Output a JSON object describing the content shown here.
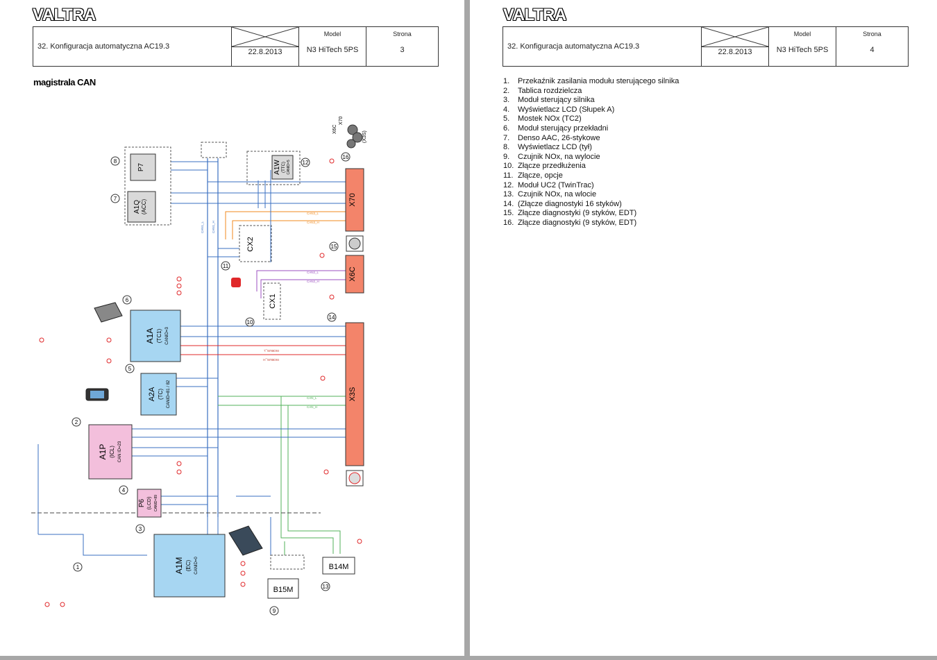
{
  "brand": "VALTRA",
  "left_page": {
    "header": {
      "title": "32. Konfiguracja automatyczna AC19.3",
      "date": "22.8.2013",
      "model_label": "Model",
      "model_value": "N3 HiTech 5PS",
      "page_label": "Strona",
      "page_value": "3"
    },
    "section_title": "magistrala CAN",
    "diagram": {
      "modules": {
        "p7": "P7",
        "a1q": "A1Q",
        "a1q_sub": "(ACC)",
        "a1w": "A1W",
        "a1w_sub": "(TTC)",
        "a1w_can": "CANID=5",
        "x70": "X70",
        "cx2": "CX2",
        "x6c": "X6C",
        "cx1": "CX1",
        "a1a": "A1A",
        "a1a_sub": "(TC1)",
        "a1a_can": "CANID=3",
        "x3s": "X3S",
        "a2a": "A2A",
        "a2a_sub": "(TC)",
        "a2a_can": "CANID=81 / 82",
        "a1p": "A1P",
        "a1p_sub": "(ICL)",
        "a1p_can": "CAN ID=23",
        "p6": "P6",
        "p6_sub": "(LCD)",
        "p6_can": "CANID=89",
        "a1m": "A1M",
        "a1m_sub": "(EC)",
        "a1m_can": "CANID=0",
        "b15m": "B15M",
        "b14m": "B14M",
        "conn_top": "X6C",
        "conn_top2": "X70",
        "conn_top3": "(X3S)"
      },
      "callouts": [
        "1",
        "2",
        "3",
        "4",
        "5",
        "6",
        "7",
        "8",
        "9",
        "10",
        "11",
        "12",
        "13",
        "14",
        "15",
        "16"
      ],
      "signals": {
        "can2_l": "CAN2_L",
        "can2_h": "CAN2_H",
        "can3_l": "CAN3_L",
        "can3_h": "CAN3_H",
        "isobus_l": "ISOBUS_L",
        "isobus_h": "ISOBUS_H",
        "can_l": "CAN_L",
        "can_h": "CAN_H",
        "can1_l": "CAN1_L",
        "can1_h": "CAN1_H"
      }
    }
  },
  "right_page": {
    "header": {
      "title": "32. Konfiguracja automatyczna AC19.3",
      "date": "22.8.2013",
      "model_label": "Model",
      "model_value": "N3 HiTech 5PS",
      "page_label": "Strona",
      "page_value": "4"
    },
    "legend": [
      {
        "num": "1.",
        "text": "Przekaźnik zasilania modułu sterującego silnika"
      },
      {
        "num": "2.",
        "text": "Tablica rozdzielcza"
      },
      {
        "num": "3.",
        "text": "Moduł sterujący silnika"
      },
      {
        "num": "4.",
        "text": "Wyświetlacz LCD (Słupek A)"
      },
      {
        "num": "5.",
        "text": "Mostek NOx (TC2)"
      },
      {
        "num": "6.",
        "text": "Moduł sterujący przekładni"
      },
      {
        "num": "7.",
        "text": "Denso AAC, 26-stykowe"
      },
      {
        "num": "8.",
        "text": "Wyświetlacz LCD (tył)"
      },
      {
        "num": "9.",
        "text": "Czujnik NOx, na wylocie"
      },
      {
        "num": "10.",
        "text": "Złącze przedłużenia"
      },
      {
        "num": "11.",
        "text": "Złącze, opcje"
      },
      {
        "num": "12.",
        "text": "Moduł UC2 (TwinTrac)"
      },
      {
        "num": "13.",
        "text": "Czujnik NOx, na wlocie"
      },
      {
        "num": "14.",
        "text": "(Złącze diagnostyki 16 styków)"
      },
      {
        "num": "15.",
        "text": "Złącze diagnostyki (9 styków, EDT)"
      },
      {
        "num": "16.",
        "text": "Złącze diagnostyki (9 styków, EDT)"
      }
    ]
  },
  "colors": {
    "wire_blue": "#3a6fc0",
    "wire_red": "#e0282a",
    "wire_orange": "#f08a1e",
    "wire_purple": "#9b4fc0",
    "wire_green": "#52b25a",
    "module_orange": "#f3846a",
    "module_blue": "#a7d6f2",
    "module_pink": "#f3bfdc",
    "module_gray": "#d9d9d9"
  }
}
